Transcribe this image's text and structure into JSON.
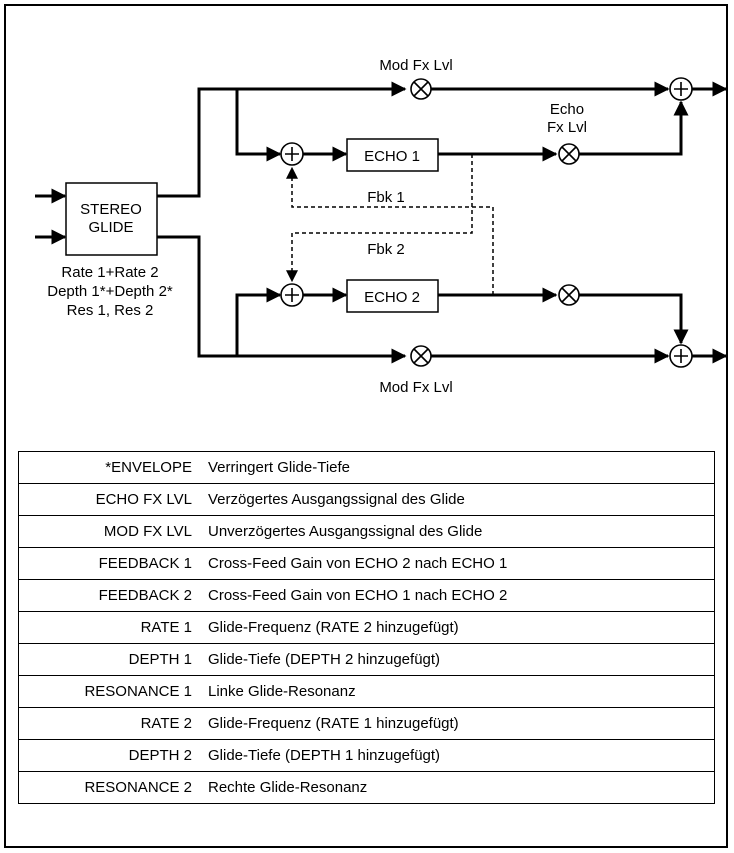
{
  "diagram": {
    "block_stereo_glide": "STEREO\nGLIDE",
    "block_echo1": "ECHO 1",
    "block_echo2": "ECHO 2",
    "label_mod_fx_top": "Mod Fx Lvl",
    "label_mod_fx_bottom": "Mod Fx Lvl",
    "label_echo_fx": "Echo\nFx Lvl",
    "label_fbk1": "Fbk 1",
    "label_fbk2": "Fbk 2",
    "glide_params": "Rate 1+Rate 2\nDepth 1*+Depth 2*\nRes 1, Res 2"
  },
  "parameters": [
    {
      "name": "*ENVELOPE",
      "description": "Verringert Glide-Tiefe"
    },
    {
      "name": "ECHO FX LVL",
      "description": "Verzögertes Ausgangssignal des Glide"
    },
    {
      "name": "MOD FX LVL",
      "description": "Unverzögertes Ausgangssignal des Glide"
    },
    {
      "name": "FEEDBACK 1",
      "description": "Cross-Feed Gain von ECHO 2 nach ECHO 1"
    },
    {
      "name": "FEEDBACK 2",
      "description": "Cross-Feed Gain von ECHO 1 nach ECHO 2"
    },
    {
      "name": "RATE 1",
      "description": "Glide-Frequenz (RATE 2 hinzugefügt)"
    },
    {
      "name": "DEPTH 1",
      "description": "Glide-Tiefe (DEPTH 2 hinzugefügt)"
    },
    {
      "name": "RESONANCE 1",
      "description": "Linke Glide-Resonanz"
    },
    {
      "name": "RATE 2",
      "description": "Glide-Frequenz (RATE 1 hinzugefügt)"
    },
    {
      "name": "DEPTH 2",
      "description": "Glide-Tiefe (DEPTH 1 hinzugefügt)"
    },
    {
      "name": "RESONANCE 2",
      "description": "Rechte Glide-Resonanz"
    }
  ]
}
